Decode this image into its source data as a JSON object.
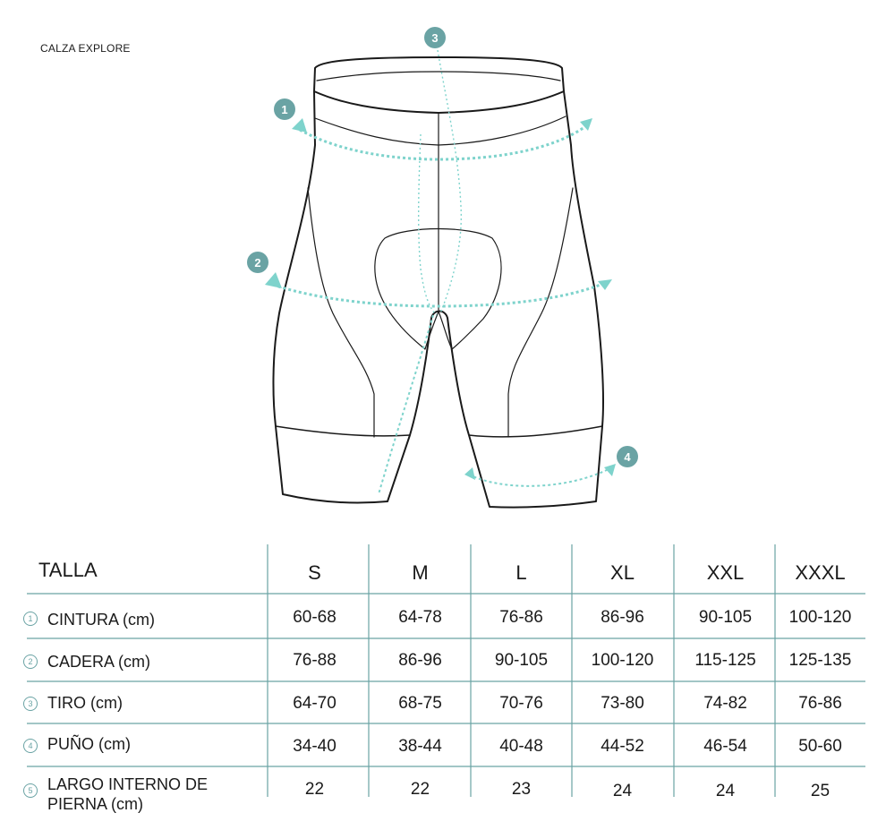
{
  "product": {
    "name": "CALZA EXPLORE"
  },
  "markers": [
    "1",
    "2",
    "3",
    "4"
  ],
  "colors": {
    "accent": "#6aa3a4",
    "measure_line": "#7ed3cc",
    "outline": "#1a1a1a",
    "grid": "#6aa3a4"
  },
  "table": {
    "header_label": "TALLA",
    "sizes": [
      "S",
      "M",
      "L",
      "XL",
      "XXL",
      "XXXL"
    ],
    "rows": [
      {
        "num": "1",
        "label": "CINTURA (cm)",
        "values": [
          "60-68",
          "64-78",
          "76-86",
          "86-96",
          "90-105",
          "100-120"
        ]
      },
      {
        "num": "2",
        "label": "CADERA (cm)",
        "values": [
          "76-88",
          "86-96",
          "90-105",
          "100-120",
          "115-125",
          "125-135"
        ]
      },
      {
        "num": "3",
        "label": "TIRO (cm)",
        "values": [
          "64-70",
          "68-75",
          "70-76",
          "73-80",
          "74-82",
          "76-86"
        ]
      },
      {
        "num": "4",
        "label": "PUÑO (cm)",
        "values": [
          "34-40",
          "38-44",
          "40-48",
          "44-52",
          "46-54",
          "50-60"
        ]
      },
      {
        "num": "5",
        "label_lines": [
          "LARGO INTERNO DE",
          "PIERNA (cm)"
        ],
        "values": [
          "22",
          "22",
          "23",
          "24",
          "24",
          "25"
        ]
      }
    ]
  }
}
